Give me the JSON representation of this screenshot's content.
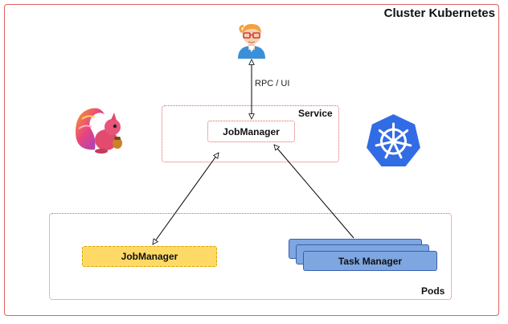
{
  "cluster": {
    "title": "Cluster Kubernetes"
  },
  "service": {
    "label": "Service",
    "jobmanager": "JobManager"
  },
  "connection": {
    "label": "RPC / UI"
  },
  "pods": {
    "label": "Pods",
    "jobmanager": "JobManager",
    "taskmanager": "Task Manager"
  },
  "icons": {
    "user": "user-icon",
    "flink": "flink-squirrel-logo",
    "kubernetes": "kubernetes-logo"
  },
  "colors": {
    "border": "#e06060",
    "jobmanager_pod": "#ffd966",
    "taskmanager": "#7ea6e0",
    "kubernetes": "#326ce5"
  }
}
